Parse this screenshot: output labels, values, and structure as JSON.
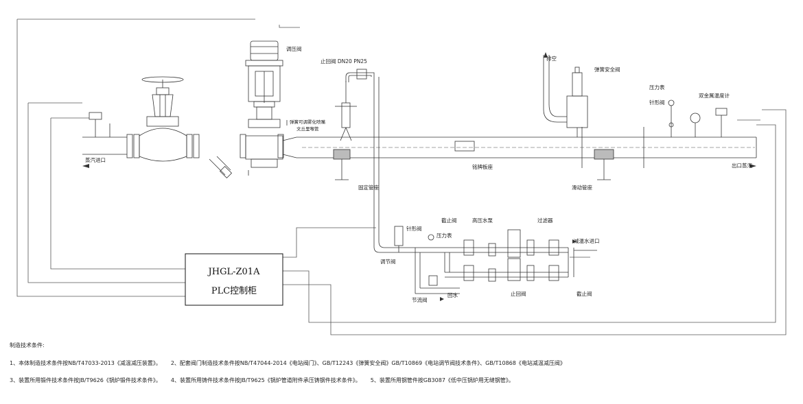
{
  "diagram": {
    "labels": {
      "pressure_regulating_valve": "调压阀",
      "check_valve_top": "止回阀 DN20 PN25",
      "spring_nozzle_1": "弹簧可调雾化喷嘴",
      "spring_nozzle_2": "文丘里喉管",
      "steam_inlet": "蒸汽进口",
      "fixed_support": "固定管座",
      "nameplate_seat": "铭牌板座",
      "sliding_support": "滑动管座",
      "exhaust": "排空",
      "spring_safety_valve": "弹簧安全阀",
      "pressure_gauge_top": "压力表",
      "needle_valve_top": "针形阀",
      "bimetal_thermometer": "双金属温度计",
      "steam_outlet": "出口蒸汽",
      "needle_valve_mid": "针形阀",
      "stop_valve_top": "截止阀",
      "hp_water_pump": "高压水泵",
      "filter": "过滤器",
      "pressure_gauge_mid": "压力表",
      "desup_water_inlet": "减温水进口",
      "control_valve": "调节阀",
      "throttle_valve": "节流阀",
      "return_water": "回水",
      "check_valve_bottom": "止回阀",
      "stop_valve_bottom": "截止阀"
    },
    "plc": {
      "model": "JHGL-Z01A",
      "name": "PLC控制柜"
    }
  },
  "notes": {
    "title": "制造技术条件:",
    "item1": "1、本体制造技术条件按NB/T47033-2013《减温减压装置》。",
    "item2": "2、配套阀门制造技术条件按NB/T47044-2014《电站阀门》、GB/T12243《弹簧安全阀》GB/T10869《电站调节阀技术条件》、GB/T10868《电站减温减压阀》",
    "item3": "3、装置所用锻件技术条件按JB/T9626《锅炉锻件技术条件》。",
    "item4": "4、装置所用铸件技术条件按JB/T9625《锅炉管道附件承压铸钢件技术条件》。",
    "item5": "5、装置所用钢管件按GB3087《低中压锅炉用无缝钢管》。"
  }
}
